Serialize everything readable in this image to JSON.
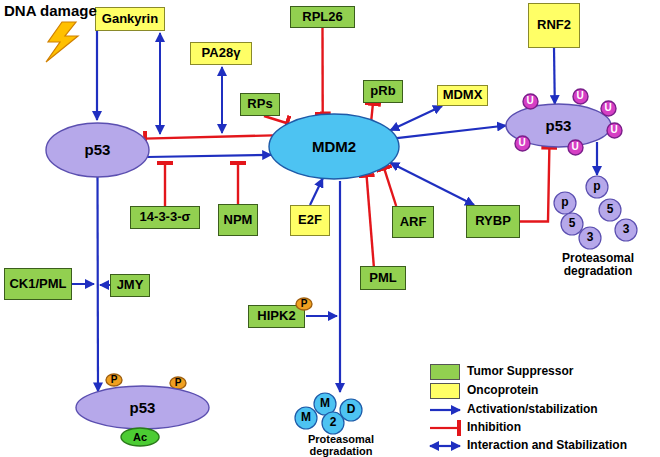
{
  "diagram": {
    "nodes": [
      {
        "text": [
          "Gankyrin"
        ]
      },
      {
        "text": [
          "RPL26"
        ]
      },
      {
        "text": [
          "RNF2"
        ]
      },
      {
        "text": [
          "PA28γ"
        ]
      },
      {
        "text": [
          "pRb"
        ]
      },
      {
        "text": [
          "MDMX"
        ]
      },
      {
        "text": [
          "RPs"
        ]
      },
      {
        "text": [
          "p53"
        ]
      },
      {
        "text": [
          "MDM2"
        ]
      },
      {
        "text": [
          "p53"
        ]
      },
      {
        "text": [
          "U"
        ],
        "in": 9
      },
      {
        "text": [
          "U"
        ],
        "in": 9
      },
      {
        "text": [
          "U"
        ],
        "in": 9
      },
      {
        "text": [
          "U"
        ],
        "in": 9
      },
      {
        "text": [
          "U"
        ],
        "in": 9
      },
      {
        "text": [
          "U"
        ],
        "in": 9
      },
      {
        "text": [
          "14-3-3-σ"
        ]
      },
      {
        "text": [
          "NPM"
        ]
      },
      {
        "text": [
          "E2F"
        ]
      },
      {
        "text": [
          "ARF"
        ]
      },
      {
        "text": [
          "RYBP"
        ]
      },
      {
        "text": [
          "CK1/PML"
        ]
      },
      {
        "text": [
          "JMY"
        ]
      },
      {
        "text": [
          "PML"
        ]
      },
      {
        "text": [
          "HIPK2"
        ]
      },
      {
        "text": [
          "P"
        ]
      },
      {
        "text": [
          "P"
        ]
      },
      {
        "text": [
          "P"
        ]
      },
      {
        "text": [
          "p53"
        ]
      },
      {
        "text": [
          "Ac"
        ]
      }
    ],
    "edges": [
      {
        "from": 7,
        "to": 28,
        "arrow": "to"
      },
      {
        "from": 7,
        "to": 8,
        "arrow": "to"
      },
      {
        "from": 8,
        "to": 7,
        "arrow": "to"
      },
      {
        "from": 6,
        "to": 8,
        "arrow": "to"
      },
      {
        "from": 1,
        "to": 8,
        "arrow": "to"
      },
      {
        "from": 8,
        "to": 4,
        "arrow": "to"
      },
      {
        "from": 5,
        "to": 8,
        "arrow": "both"
      },
      {
        "from": 2,
        "to": 9,
        "arrow": "to"
      },
      {
        "from": 8,
        "to": 9,
        "arrow": "to"
      },
      {
        "from": 8,
        "to": 20,
        "arrow": "both"
      },
      {
        "from": 19,
        "to": 8,
        "arrow": "to"
      },
      {
        "from": 23,
        "to": 8,
        "arrow": "to"
      },
      {
        "from": 18,
        "to": 8,
        "arrow": "to"
      },
      {
        "from": 20,
        "to": 9,
        "arrow": "to"
      }
    ],
    "labels": [
      "DNA damage",
      "p",
      "5",
      "3",
      "p",
      "5",
      "3",
      "Proteasomal degradation",
      "M",
      "M",
      "D",
      "2",
      "Proteasomal degradation"
    ],
    "legend": [
      {
        "text": "Tumor Suppressor",
        "color": "#92d050"
      },
      {
        "text": "Oncoprotein",
        "color": "#ffff66"
      },
      {
        "text": "Activation/stabilization"
      },
      {
        "text": "Inhibition"
      },
      {
        "text": "Interaction and Stabilization"
      }
    ]
  }
}
